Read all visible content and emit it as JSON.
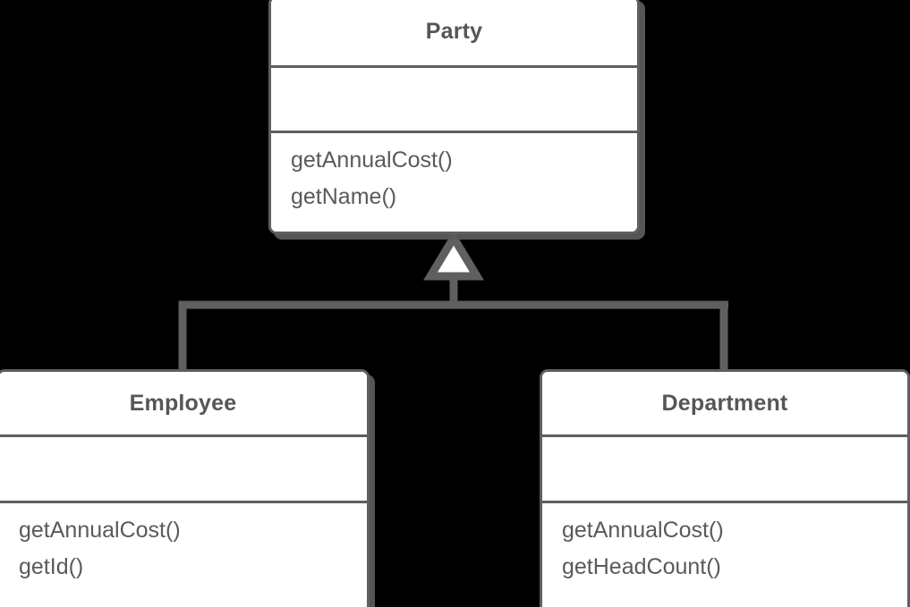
{
  "diagram": {
    "type": "uml-class-diagram",
    "title": "",
    "background_color": "#000000",
    "line_color": "#5f5f5f",
    "box_fill_color": "#ffffff",
    "text_color": "#5a5a5a",
    "title_text_color": "#565656",
    "classes": [
      {
        "id": "party",
        "name": "Party",
        "attributes": [],
        "operations": [
          "getAnnualCost()",
          "getName()"
        ],
        "role": "superclass"
      },
      {
        "id": "employee",
        "name": "Employee",
        "attributes": [],
        "operations": [
          "getAnnualCost()",
          "getId()"
        ],
        "role": "subclass"
      },
      {
        "id": "department",
        "name": "Department",
        "attributes": [],
        "operations": [
          "getAnnualCost()",
          "getHeadCount()"
        ],
        "role": "subclass"
      }
    ],
    "relationships": [
      {
        "kind": "generalization",
        "marker": "hollow-triangle",
        "from": "employee",
        "to": "party"
      },
      {
        "kind": "generalization",
        "marker": "hollow-triangle",
        "from": "department",
        "to": "party"
      }
    ]
  }
}
